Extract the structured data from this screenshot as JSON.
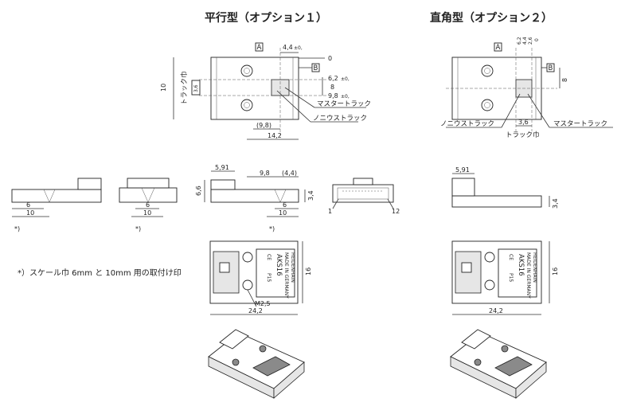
{
  "titles": {
    "parallel": "平行型（オプション１）",
    "right_angle": "直角型（オプション２）"
  },
  "note": "*）スケール巾 6mm と 10mm 用の取付け印",
  "labels": {
    "track_width": "トラック巾",
    "master_track": "マスタートラック",
    "nonius_track": "ノニウストラック",
    "datum_a": "A",
    "datum_b": "B",
    "asterisk": "*)",
    "m25": "M2,5",
    "pin_1": "1",
    "pin_12": "12"
  },
  "dims": {
    "d4_4": "4,4",
    "tol_plus0": "±0,",
    "zero": "0",
    "d6_2": "6,2",
    "d8": "8",
    "d9_8": "9,8",
    "d10": "10",
    "d3_6": "3,6",
    "d9_8_paren": "(9,8)",
    "d14_2": "14,2",
    "d5_91": "5,91",
    "d9_8_plain": "9,8",
    "d4_4_paren": "(4,4)",
    "d6_6": "6,6",
    "d6": "6",
    "d3_4": "3,4",
    "d16": "16",
    "d24_2": "24,2",
    "d2_6": "2,6"
  },
  "marking": {
    "brand": "HEIDENHAIN",
    "made_in": "MADE IN GERMANY",
    "model": "AKS16",
    "p15": "P15",
    "ce": "CE"
  }
}
